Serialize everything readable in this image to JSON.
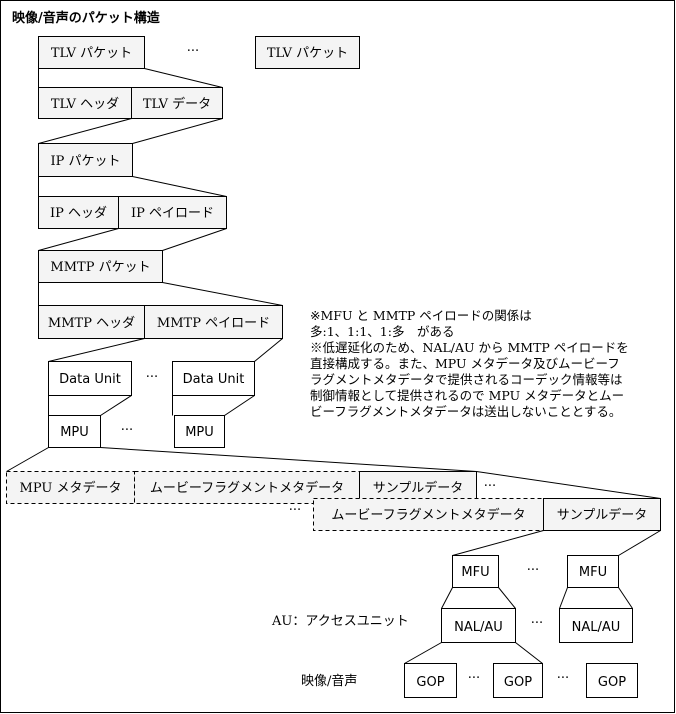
{
  "title": "映像/音声のパケット構造",
  "ellipsis": "···",
  "tlv_packet": "TLV パケット",
  "tlv_header": "TLV ヘッダ",
  "tlv_data": "TLV データ",
  "ip_packet": "IP パケット",
  "ip_header": "IP ヘッダ",
  "ip_payload": "IP ペイロード",
  "mmtp_packet": "MMTP パケット",
  "mmtp_header": "MMTP ヘッダ",
  "mmtp_payload": "MMTP ペイロード",
  "data_unit": "Data Unit",
  "mpu": "MPU",
  "mpu_metadata": "MPU メタデータ",
  "movie_fragment_metadata": "ムービーフラグメントメタデータ",
  "sample_data": "サンプルデータ",
  "mfu": "MFU",
  "nal_au": "NAL/AU",
  "gop": "GOP",
  "au_label": "AU：アクセスユニット",
  "av_label": "映像/音声",
  "note_lines": [
    "※MFU と MMTP ペイロードの関係は",
    "多:1、1:1、1:多　がある",
    "※低遅延化のため、NAL/AU から MMTP ペイロードを",
    "直接構成する。また、MPU メタデータ及びムービーフ",
    "ラグメントメタデータで提供されるコーデック情報等は",
    "制御情報として提供されるので MPU メタデータとムー",
    "ビーフラグメントメタデータは送出しないこととする。"
  ]
}
